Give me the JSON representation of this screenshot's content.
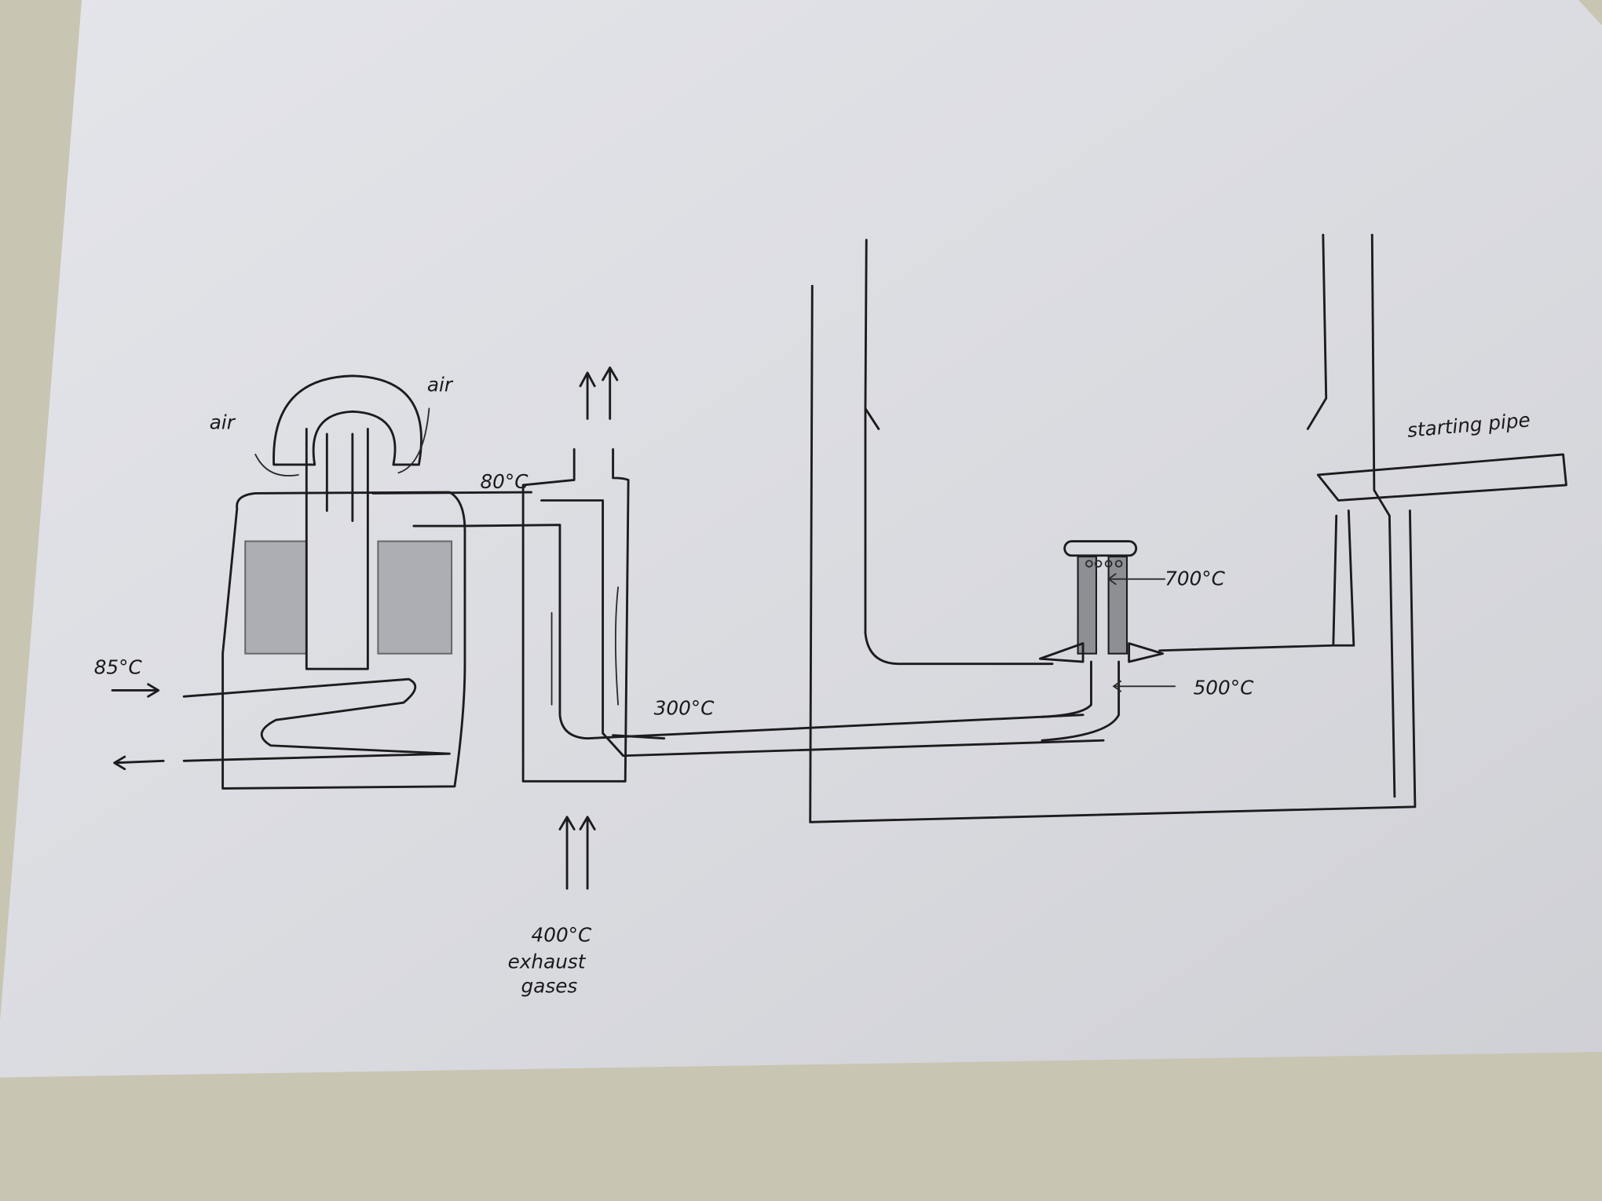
{
  "labels": {
    "air_left": "air",
    "air_right": "air",
    "temp_80": "80°C",
    "temp_85": "85°C",
    "temp_300": "300°C",
    "temp_700": "700°C",
    "temp_500": "500°C",
    "exhaust_temp": "400°C",
    "exhaust_line1": "exhaust",
    "exhaust_line2": "gases",
    "starting_pipe": "starting pipe"
  },
  "colors": {
    "paper": "#dcdde2",
    "ink": "#1c1c1e",
    "table": "#c9c5b3"
  }
}
